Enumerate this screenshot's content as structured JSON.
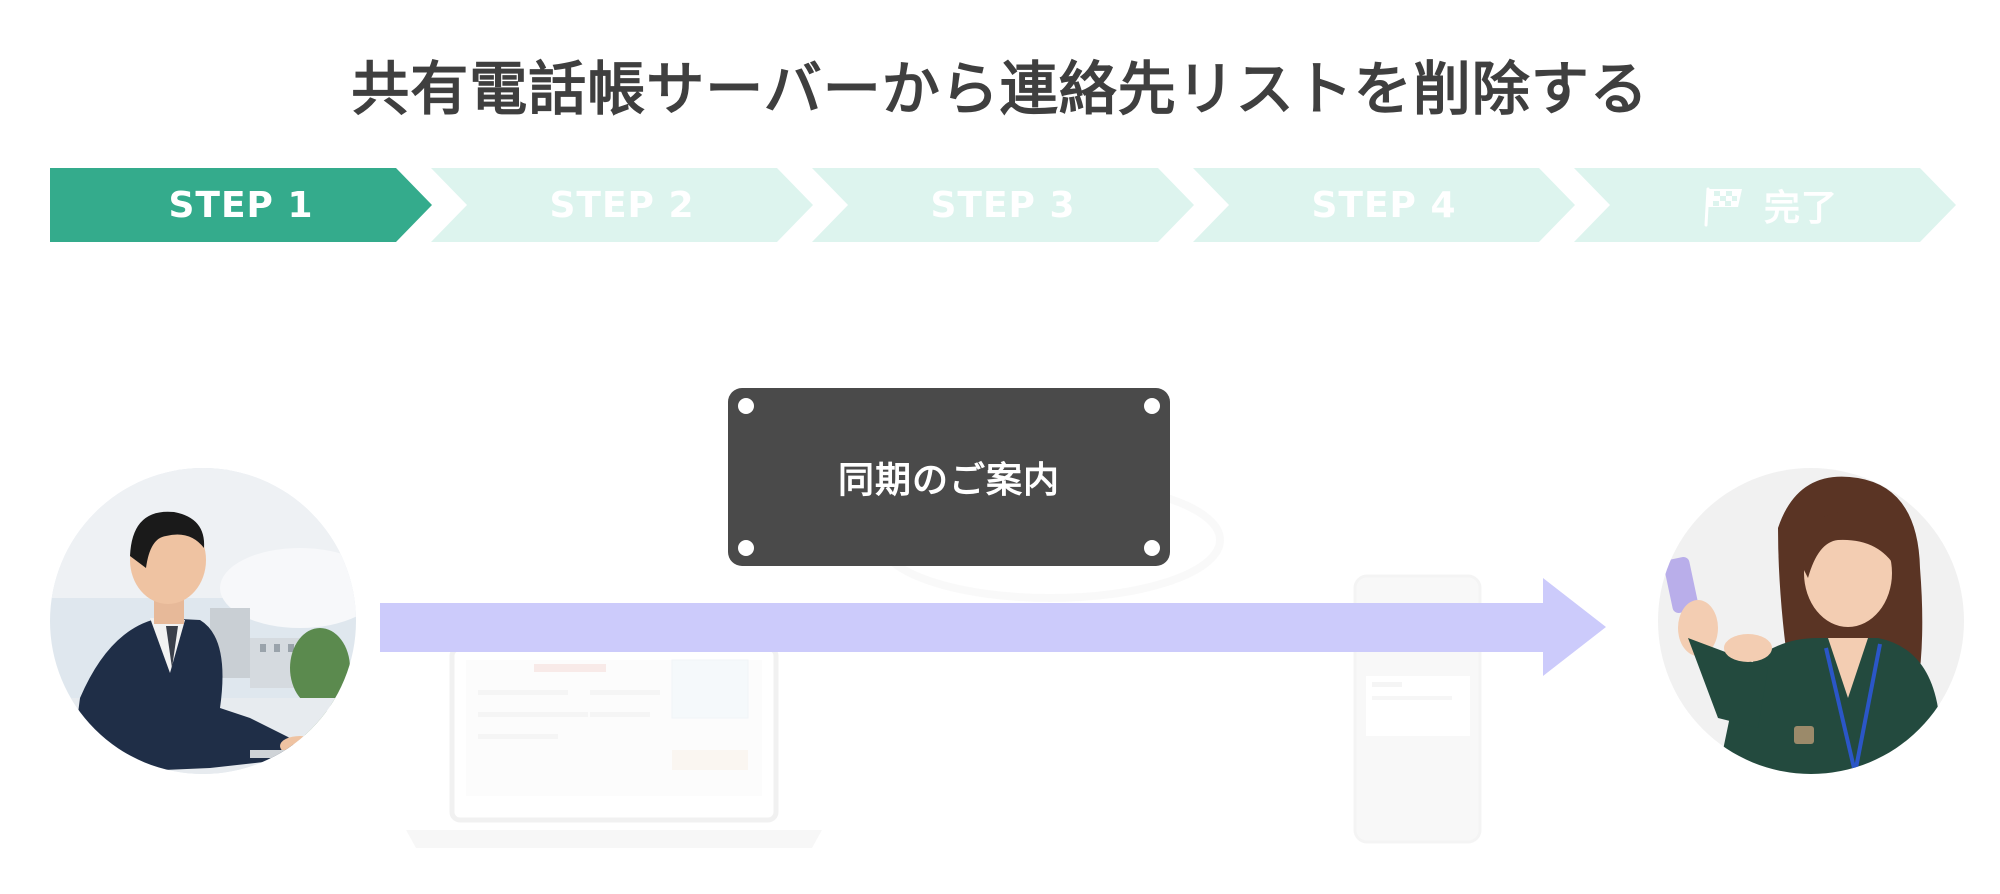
{
  "title": "共有電話帳サーバーから連絡先リストを削除する",
  "steps": [
    {
      "label": "STEP 1",
      "active": true
    },
    {
      "label": "STEP 2",
      "active": false
    },
    {
      "label": "STEP 3",
      "active": false
    },
    {
      "label": "STEP 4",
      "active": false
    },
    {
      "label": "完了",
      "active": false,
      "icon": "checkered-flag-icon"
    }
  ],
  "sign": {
    "label": "同期のご案内"
  },
  "colors": {
    "step_active": "#34ab8c",
    "step_inactive": "#ddf4ee",
    "title": "#3f3f3f",
    "arrow": "#cccbfb",
    "sign_bg": "#4a4a4a"
  }
}
